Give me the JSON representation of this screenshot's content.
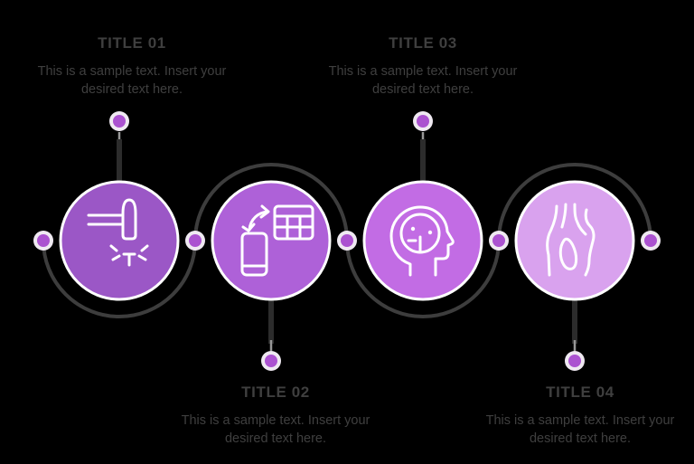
{
  "background": "#000000",
  "colors": {
    "arc": "#3d3d3d",
    "connector_dark": "#2c2c2c",
    "connector_light": "#979797",
    "dot": "#ab52d0",
    "dot_ring": "#efe9f1",
    "circle_ring": "#ffffff",
    "icon": "#ffffff",
    "text": "#3f3f3f"
  },
  "steps": [
    {
      "title": "TITLE 01",
      "body": [
        "This is a sample text. Insert your",
        "desired text here."
      ],
      "color": "#9b57c6",
      "icon": "laser-icon",
      "text_position": "top"
    },
    {
      "title": "TITLE 02",
      "body": [
        "This is a sample text. Insert your",
        "desired text here."
      ],
      "color": "#ae61d8",
      "icon": "device-sync-icon",
      "text_position": "bottom"
    },
    {
      "title": "TITLE 03",
      "body": [
        "This is a sample text. Insert your",
        "desired text here."
      ],
      "color": "#c26ce4",
      "icon": "mind-icon",
      "text_position": "top"
    },
    {
      "title": "TITLE 04",
      "body": [
        "This is a sample text. Insert your",
        "desired text here."
      ],
      "color": "#d9a2ee",
      "icon": "joint-icon",
      "text_position": "bottom"
    }
  ]
}
